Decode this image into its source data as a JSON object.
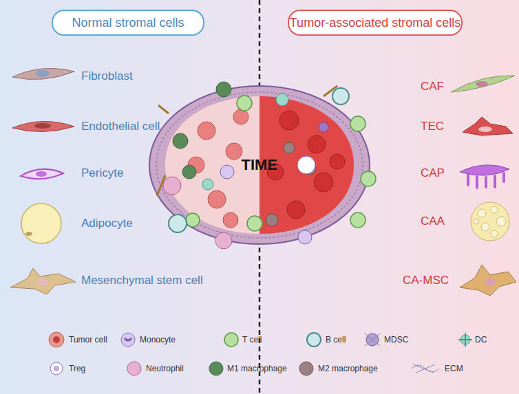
{
  "diagram": {
    "nodes": [
      {
        "text": [
          "Normal stromal cells"
        ]
      },
      {
        "text": [
          "Tumor-associated stromal cells"
        ]
      }
    ],
    "labels": [
      "Fibroblast",
      "Endothelial cell",
      "Pericyte",
      "Adipocyte",
      "Mesenchymal stem cell",
      "CAF",
      "TEC",
      "CAP",
      "CAA",
      "CA-MSC",
      "TIME"
    ],
    "legend": [
      {
        "text": "Tumor cell"
      },
      {
        "text": "Monocyte"
      },
      {
        "text": "T cell"
      },
      {
        "text": "B cell"
      },
      {
        "text": "MDSC"
      },
      {
        "text": "DC"
      },
      {
        "text": "Treg"
      },
      {
        "text": "Neutrophil"
      },
      {
        "text": "M1 macrophage"
      },
      {
        "text": "M2 macrophage"
      },
      {
        "text": "ECM"
      }
    ]
  }
}
